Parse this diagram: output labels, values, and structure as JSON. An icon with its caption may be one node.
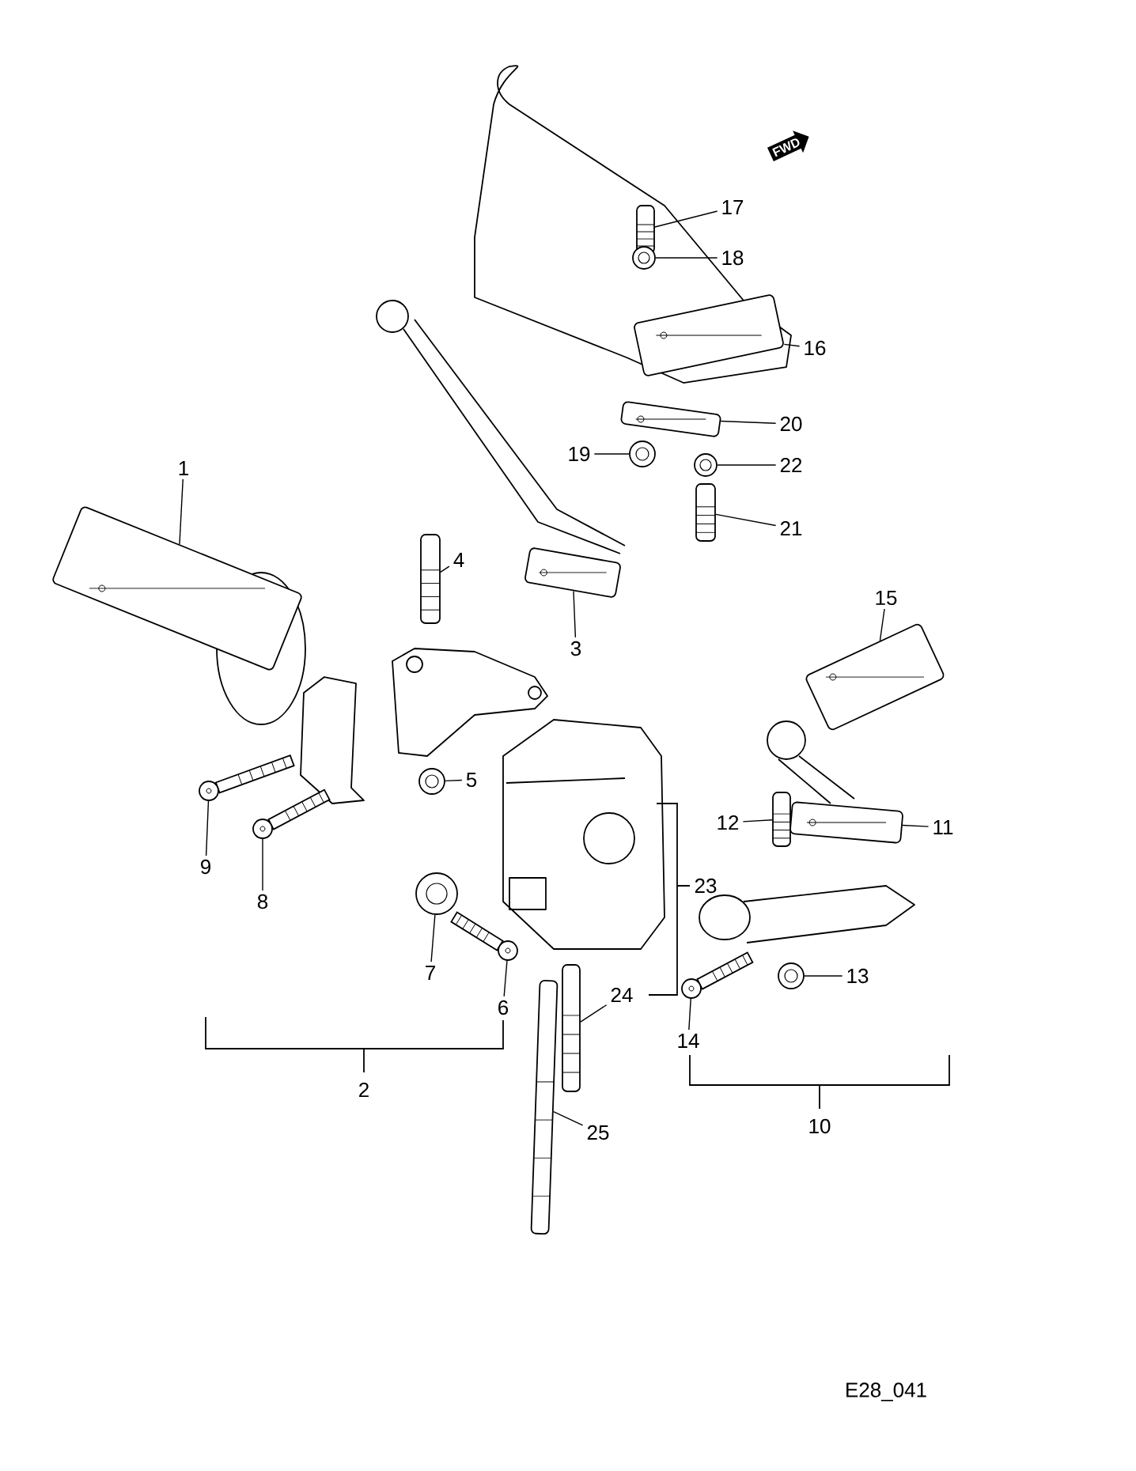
{
  "diagram": {
    "nodes": [
      {
        "text": [
          "1"
        ]
      },
      {
        "text": [],
        "shape": "picture"
      },
      {
        "text": [
          "3"
        ]
      },
      {
        "text": [],
        "shape": "picture"
      },
      {
        "text": [
          "4"
        ]
      },
      {
        "text": [],
        "shape": "picture"
      },
      {
        "text": [
          "5"
        ]
      },
      {
        "text": [],
        "shape": "picture"
      },
      {
        "text": [
          "6"
        ]
      },
      {
        "text": [],
        "shape": "picture"
      },
      {
        "text": [
          "7"
        ]
      },
      {
        "text": [],
        "shape": "picture"
      },
      {
        "text": [
          "8"
        ]
      },
      {
        "text": [],
        "shape": "picture"
      },
      {
        "text": [
          "9"
        ]
      },
      {
        "text": [],
        "shape": "picture"
      },
      {
        "text": [
          "11"
        ]
      },
      {
        "text": [],
        "shape": "picture"
      },
      {
        "text": [
          "12"
        ]
      },
      {
        "text": [],
        "shape": "picture"
      },
      {
        "text": [
          "13"
        ]
      },
      {
        "text": [],
        "shape": "picture"
      },
      {
        "text": [
          "14"
        ]
      },
      {
        "text": [],
        "shape": "picture"
      },
      {
        "text": [
          "15"
        ]
      },
      {
        "text": [],
        "shape": "picture"
      },
      {
        "text": [
          "16"
        ]
      },
      {
        "text": [],
        "shape": "picture"
      },
      {
        "text": [
          "17"
        ]
      },
      {
        "text": [],
        "shape": "picture"
      },
      {
        "text": [
          "18"
        ]
      },
      {
        "text": [],
        "shape": "picture"
      },
      {
        "text": [
          "19"
        ]
      },
      {
        "text": [],
        "shape": "picture"
      },
      {
        "text": [
          "20"
        ]
      },
      {
        "text": [],
        "shape": "picture"
      },
      {
        "text": [
          "21"
        ]
      },
      {
        "text": [],
        "shape": "picture"
      },
      {
        "text": [
          "22"
        ]
      },
      {
        "text": [],
        "shape": "picture"
      },
      {
        "text": [
          "24"
        ]
      },
      {
        "text": [],
        "shape": "picture"
      },
      {
        "text": [
          "25"
        ]
      },
      {
        "text": [],
        "shape": "picture"
      }
    ],
    "edges": [
      {
        "from": 0,
        "to": 1,
        "arrow": "none"
      },
      {
        "from": 2,
        "to": 3,
        "arrow": "none"
      },
      {
        "from": 4,
        "to": 5,
        "arrow": "none"
      },
      {
        "from": 6,
        "to": 7,
        "arrow": "none"
      },
      {
        "from": 8,
        "to": 9,
        "arrow": "none"
      },
      {
        "from": 10,
        "to": 11,
        "arrow": "none"
      },
      {
        "from": 12,
        "to": 13,
        "arrow": "none"
      },
      {
        "from": 14,
        "to": 15,
        "arrow": "none"
      },
      {
        "from": 16,
        "to": 17,
        "arrow": "none"
      },
      {
        "from": 18,
        "to": 19,
        "arrow": "none"
      },
      {
        "from": 20,
        "to": 21,
        "arrow": "none"
      },
      {
        "from": 22,
        "to": 23,
        "arrow": "none"
      },
      {
        "from": 24,
        "to": 25,
        "arrow": "none"
      },
      {
        "from": 26,
        "to": 27,
        "arrow": "none"
      },
      {
        "from": 28,
        "to": 29,
        "arrow": "none"
      },
      {
        "from": 30,
        "to": 31,
        "arrow": "none"
      },
      {
        "from": 32,
        "to": 33,
        "arrow": "none"
      },
      {
        "from": 34,
        "to": 35,
        "arrow": "none"
      },
      {
        "from": 36,
        "to": 37,
        "arrow": "none"
      },
      {
        "from": 38,
        "to": 39,
        "arrow": "none"
      },
      {
        "from": 40,
        "to": 41,
        "arrow": "none"
      },
      {
        "from": 42,
        "to": 43,
        "arrow": "none"
      }
    ],
    "labels": [
      "2",
      "10",
      "23",
      "FWD",
      "E28_041"
    ]
  }
}
